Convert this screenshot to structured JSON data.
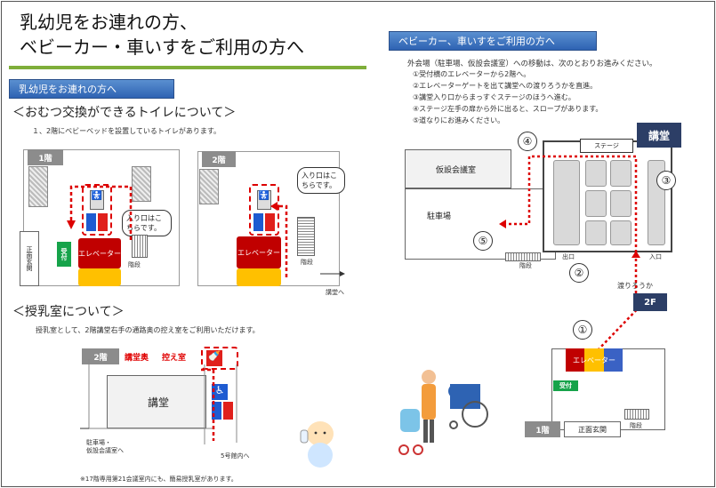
{
  "title": {
    "line1": "乳幼児をお連れの方、",
    "line2": "ベビーカー・車いすをご利用の方へ"
  },
  "left": {
    "section_label": "乳幼児をお連れの方へ",
    "diaper": {
      "heading": "＜おむつ交換ができるトイレについて＞",
      "note": "１、2階にベビーベッドを設置しているトイレがあります。",
      "floor1": {
        "badge": "1階",
        "callout": "入り口はこちらです。",
        "elevator": "エレベーター",
        "reception": "受付",
        "stairs": "階段",
        "entrance": "正面玄関"
      },
      "floor2": {
        "badge": "2階",
        "callout": "入り口はこちらです。",
        "elevator": "エレベーター",
        "stairs": "階段",
        "to_hall": "講堂へ"
      }
    },
    "nursing": {
      "heading": "＜授乳室について＞",
      "note": "授乳室として、2階講堂右手の通路奥の控え室をご利用いただけます。",
      "floor_badge": "2階",
      "room_label_1": "講堂奥",
      "room_label_2": "控え室",
      "hall": "講堂",
      "to_parking": "駐車場・\n仮設会議室へ",
      "to_bldg5": "5号館内へ",
      "footnote": "※17階専用第21会議室内にも、簡易授乳室があります。"
    }
  },
  "right": {
    "section_label": "ベビーカー、車いすをご利用の方へ",
    "intro": "外会場（駐車場、仮設会議室）への移動は、次のとおりお進みください。",
    "steps": [
      "①受付横のエレベーターから2階へ。",
      "②エレベーターゲートを出て講堂への渡りろうかを直進。",
      "③講堂入り口からまっすぐステージのほうへ進む。",
      "④ステージ左手の扉から外に出ると、スロープがあります。",
      "⑤道なりにお進みください。"
    ],
    "map": {
      "temp_room": "仮設会議室",
      "parking": "駐車場",
      "stage": "ステージ",
      "hall_badge": "講堂",
      "exit": "出口",
      "entrance": "入口",
      "corridor": "渡りろうか",
      "stairs": "階段",
      "badge_2f": "2F",
      "badge_1f": "1階",
      "elevator": "エレベーター",
      "reception": "受付",
      "front_entrance": "正面玄関",
      "stairs_1f": "階段",
      "markers": [
        "①",
        "②",
        "③",
        "④",
        "⑤"
      ]
    }
  },
  "colors": {
    "section_bar": "#3a72c4",
    "accent_red": "#e00000",
    "rule_green": "#7fae3a",
    "hall_badge": "#2c3e66"
  }
}
